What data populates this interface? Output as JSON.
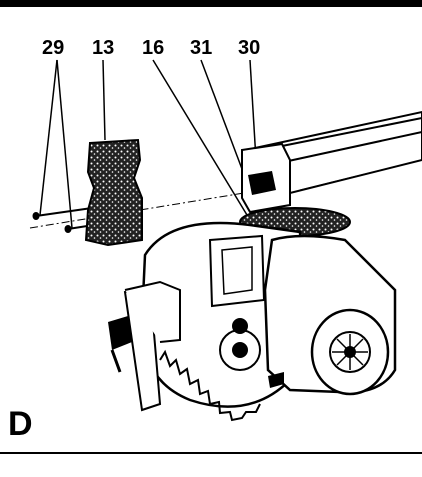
{
  "figure": {
    "letter": "D",
    "callouts": {
      "c29": "29",
      "c13": "13",
      "c16": "16",
      "c31": "31",
      "c30": "30"
    },
    "colors": {
      "ink": "#000000",
      "paper": "#ffffff"
    }
  }
}
